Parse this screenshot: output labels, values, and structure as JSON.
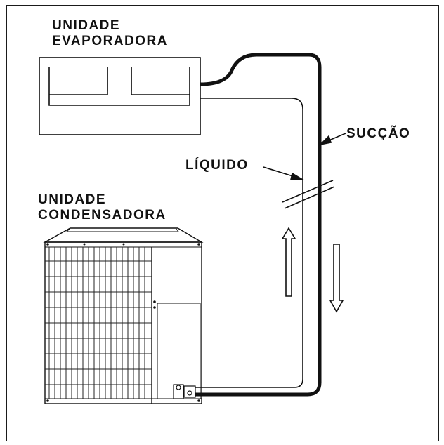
{
  "labels": {
    "evaporator_line1": "UNIDADE",
    "evaporator_line2": "EVAPORADORA",
    "condenser_line1": "UNIDADE",
    "condenser_line2": "CONDENSADORA",
    "liquid": "LÍQUIDO",
    "suction": "SUCÇÃO"
  },
  "colors": {
    "line": "#111111",
    "background": "#ffffff"
  }
}
